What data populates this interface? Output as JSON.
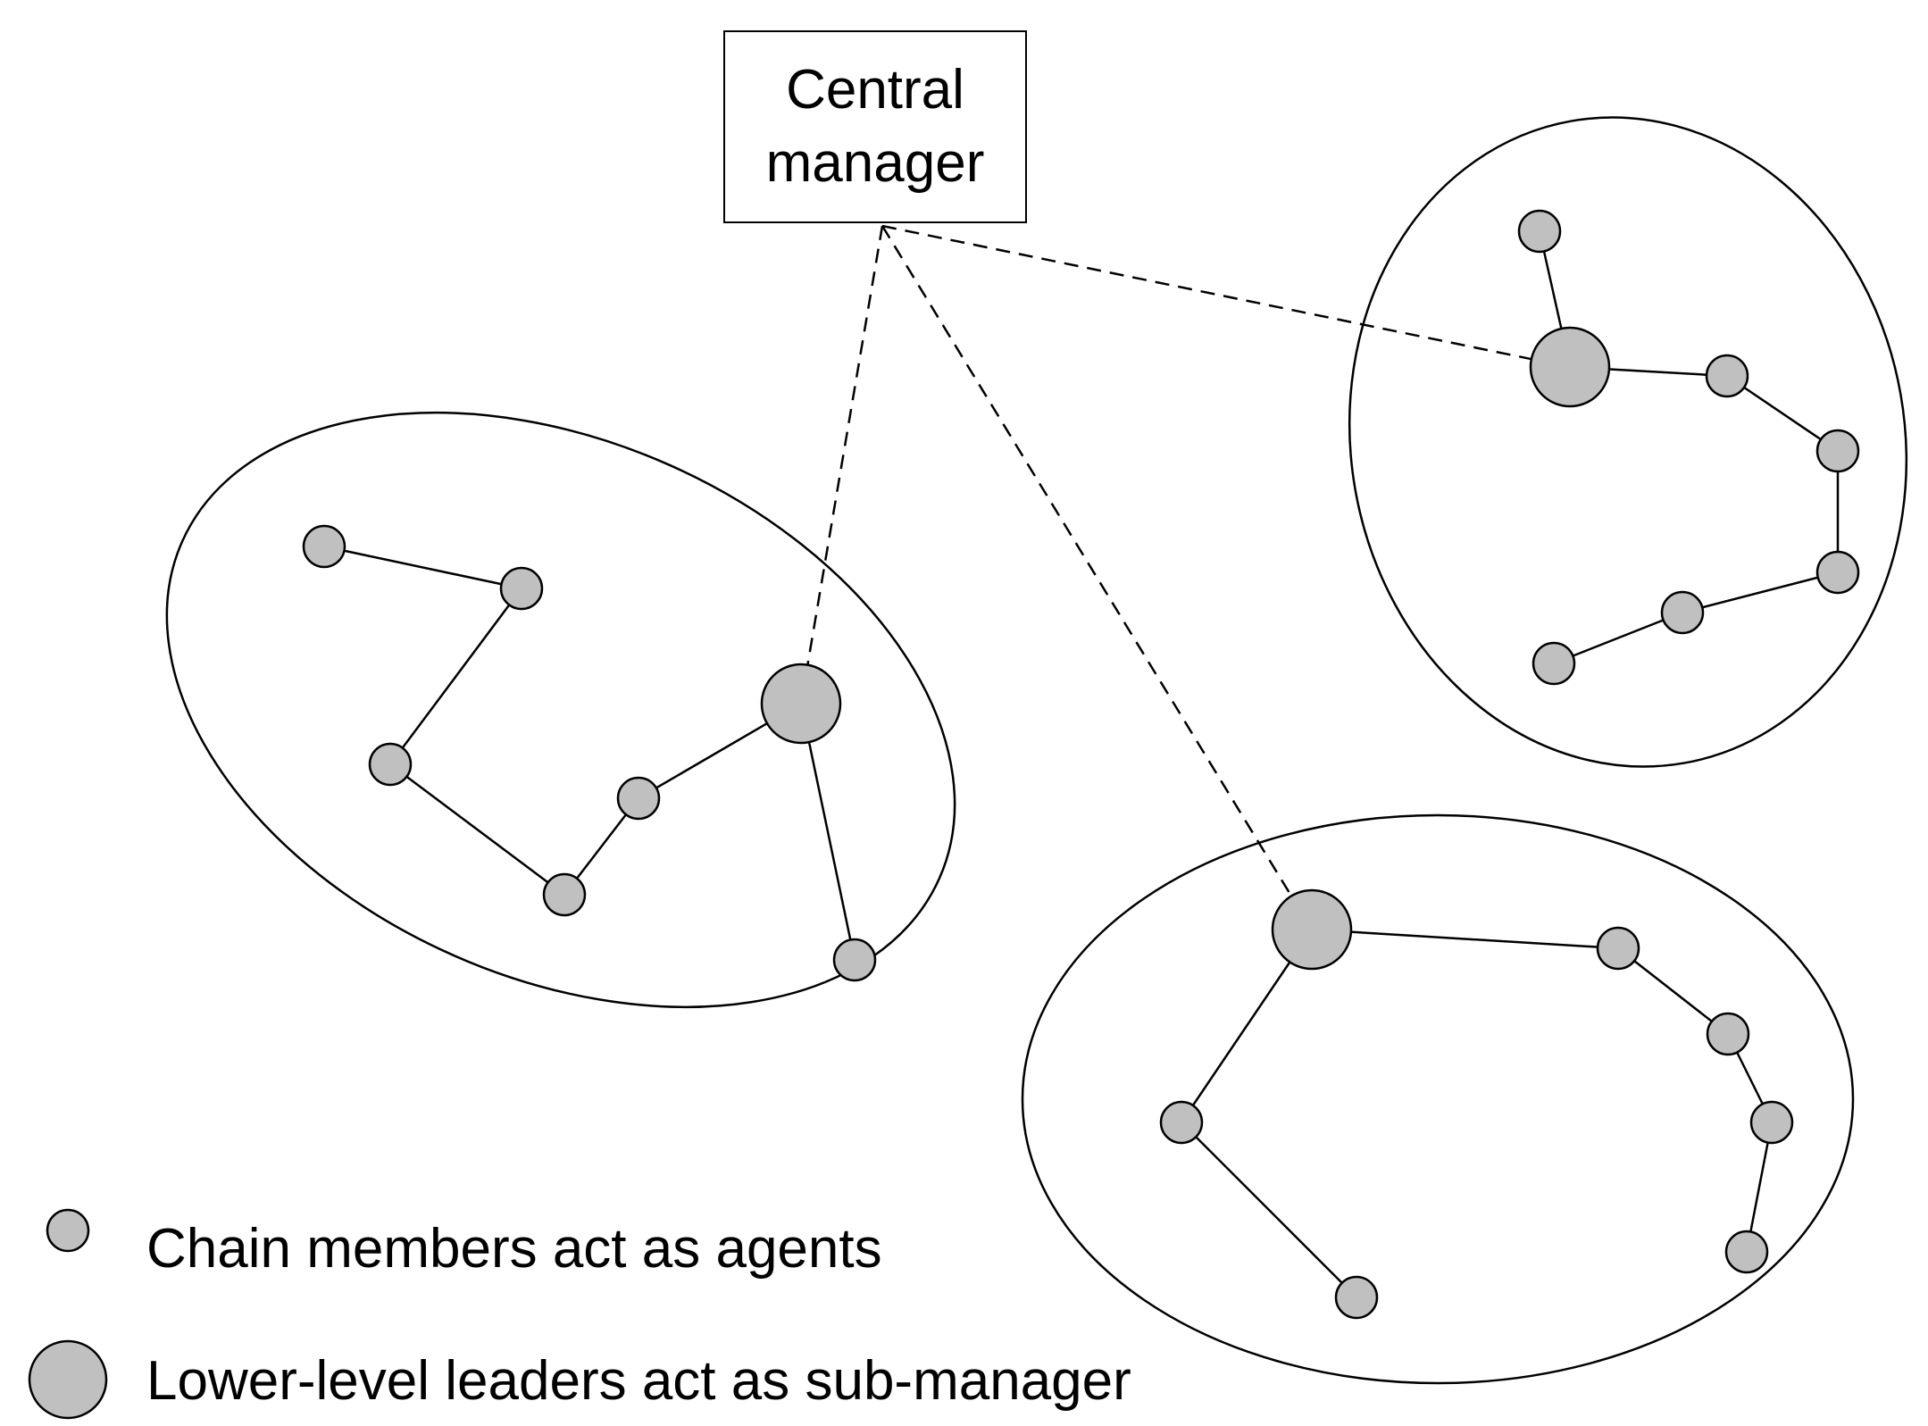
{
  "manager": {
    "line1": "Central",
    "line2": "manager"
  },
  "legend": {
    "agent_label": "Chain members act as agents",
    "submanager_label": "Lower-level leaders act as sub-manager"
  },
  "colors": {
    "node_fill": "#c0c0c0",
    "stroke": "#000000",
    "background": "#ffffff"
  },
  "clusters": [
    {
      "id": "left",
      "leader": "L",
      "nodes": [
        "L",
        "a1",
        "a2",
        "a3",
        "a4",
        "a5",
        "a6"
      ]
    },
    {
      "id": "upper-right",
      "leader": "R",
      "nodes": [
        "R",
        "r1",
        "r2",
        "r3",
        "r4",
        "r5",
        "r6"
      ]
    },
    {
      "id": "lower-right",
      "leader": "B",
      "nodes": [
        "B",
        "b1",
        "b2",
        "b3",
        "b4",
        "b5",
        "b6"
      ]
    }
  ],
  "edges": [
    [
      "a1",
      "a2"
    ],
    [
      "a2",
      "a3"
    ],
    [
      "a3",
      "a4"
    ],
    [
      "a4",
      "a5"
    ],
    [
      "a5",
      "L"
    ],
    [
      "L",
      "a6"
    ],
    [
      "r1",
      "R"
    ],
    [
      "R",
      "r2"
    ],
    [
      "r2",
      "r3"
    ],
    [
      "r3",
      "r4"
    ],
    [
      "r4",
      "r5"
    ],
    [
      "r5",
      "r6"
    ],
    [
      "B",
      "b1"
    ],
    [
      "b1",
      "b2"
    ],
    [
      "b2",
      "b3"
    ],
    [
      "b3",
      "b4"
    ],
    [
      "B",
      "b5"
    ],
    [
      "b5",
      "b6"
    ]
  ],
  "manager_links": [
    "L",
    "R",
    "B"
  ]
}
